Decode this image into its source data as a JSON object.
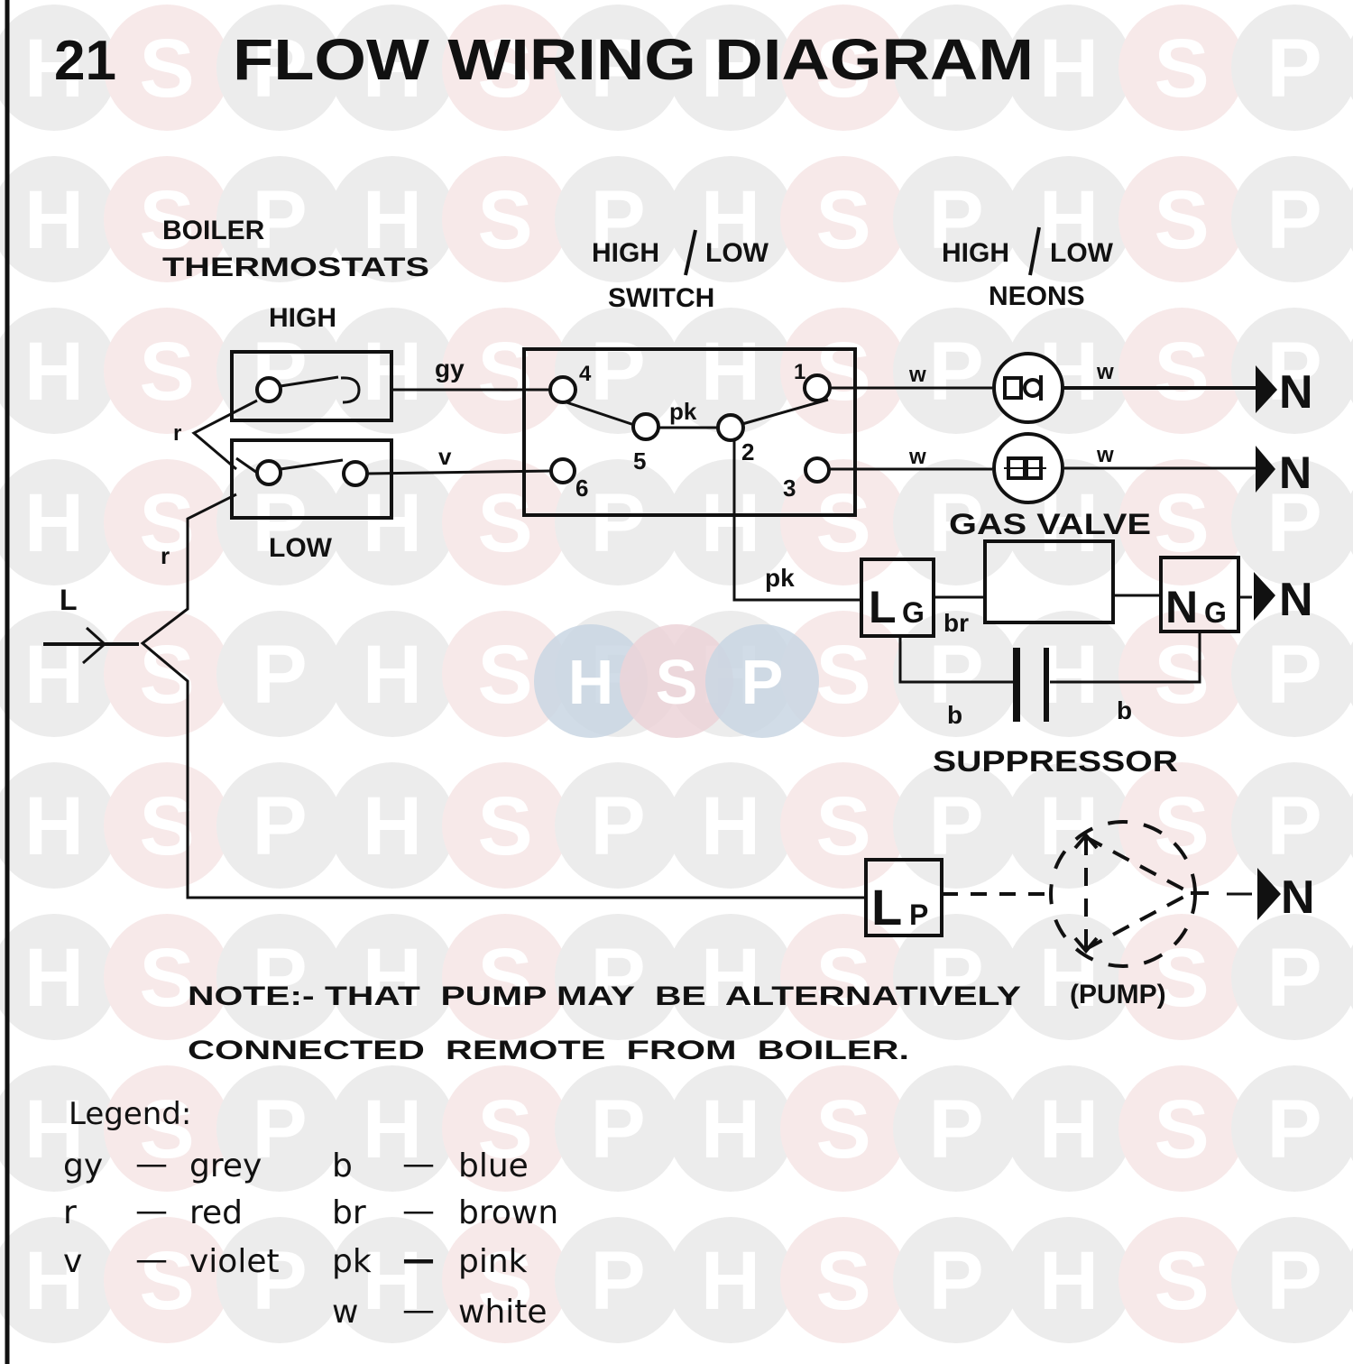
{
  "title": {
    "number": "21",
    "text": "FLOW WIRING DIAGRAM"
  },
  "watermark": {
    "letters": [
      "H",
      "S",
      "P"
    ],
    "colors": {
      "grey": "#ececec",
      "pink": "#f7e9e9",
      "center_blue": "#c9d6e3",
      "center_pink": "#ecd4d8"
    }
  },
  "components": {
    "boiler_thermostats": {
      "line1": "BOILER",
      "line2": "THERMOSTATS",
      "high": "HIGH",
      "low": "LOW"
    },
    "high_low_switch": {
      "line1": "HIGH",
      "sep": "/",
      "line1b": "LOW",
      "line2": "SWITCH",
      "terminals": [
        "1",
        "2",
        "3",
        "4",
        "5",
        "6"
      ]
    },
    "high_low_neons": {
      "line1": "HIGH",
      "sep": "/",
      "line1b": "LOW",
      "line2": "NEONS"
    },
    "gas_valve": {
      "label": "GAS VALVE",
      "live_main": "L",
      "live_sub": "G",
      "neutral_main": "N",
      "neutral_sub": "G"
    },
    "suppressor": {
      "label": "SUPPRESSOR"
    },
    "pump": {
      "label": "(PUMP)",
      "live_main": "L",
      "live_sub": "P"
    },
    "supply": {
      "live": "L",
      "neutral": "N"
    }
  },
  "wires": {
    "high_stat_out": "gy",
    "low_stat_out": "v",
    "stat_common_in": "r",
    "supply_to_stats": "r",
    "switch_internal": "pk",
    "switch_to_gas_valve": "pk",
    "neon_high_in": "w",
    "neon_high_out": "w",
    "neon_low_in": "w",
    "neon_low_out": "w",
    "gas_valve_internal": "br",
    "suppressor_left": "b",
    "suppressor_right": "b"
  },
  "note": {
    "line1": "NOTE:- THAT  PUMP MAY  BE  ALTERNATIVELY",
    "line2": "CONNECTED  REMOTE  FROM  BOILER."
  },
  "legend": {
    "title": "Legend:",
    "left": [
      {
        "code": "gy",
        "dash": "—",
        "color": "grey"
      },
      {
        "code": "r",
        "dash": "—",
        "color": "red"
      },
      {
        "code": "v",
        "dash": "—",
        "color": "violet"
      }
    ],
    "right": [
      {
        "code": "b",
        "dash": "—",
        "color": "blue"
      },
      {
        "code": "br",
        "dash": "—",
        "color": "brown"
      },
      {
        "code": "pk",
        "dash": "—",
        "color": "pink"
      },
      {
        "code": "w",
        "dash": "—",
        "color": "white"
      }
    ]
  }
}
